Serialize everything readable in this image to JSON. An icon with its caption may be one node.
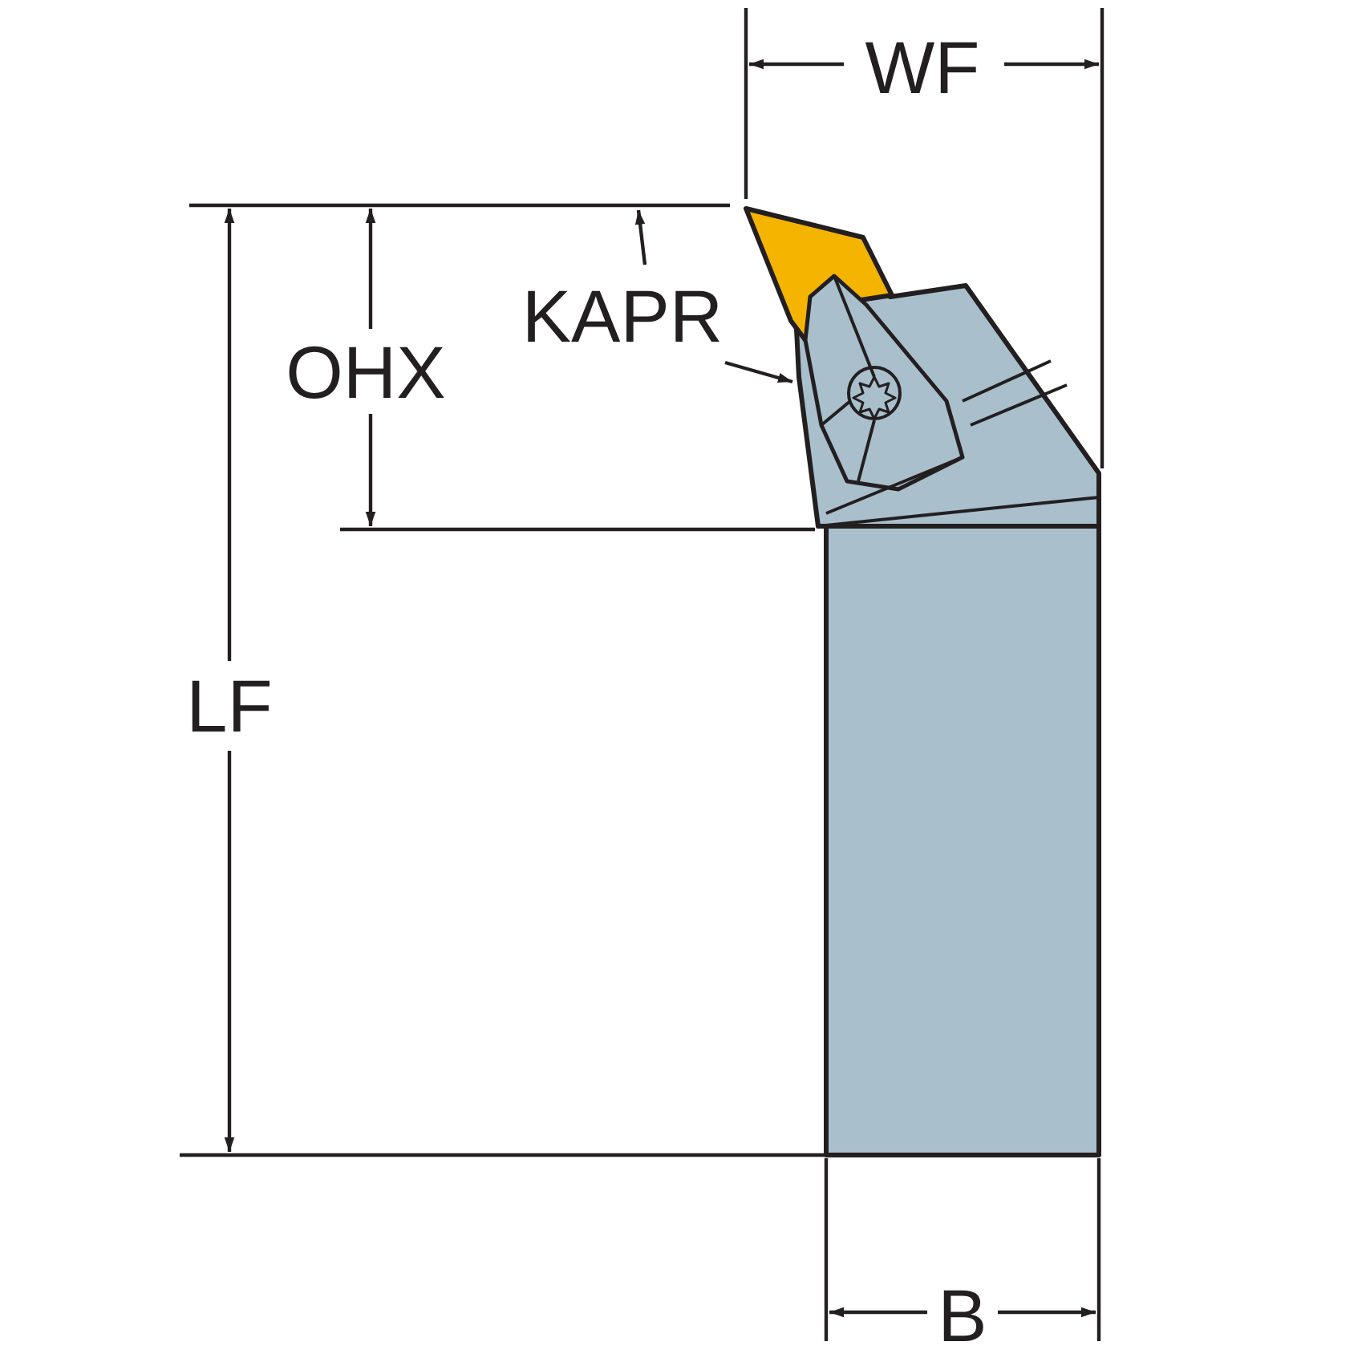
{
  "diagram": {
    "labels": [
      "WF",
      "KAPR",
      "OHX",
      "LF",
      "B"
    ]
  }
}
